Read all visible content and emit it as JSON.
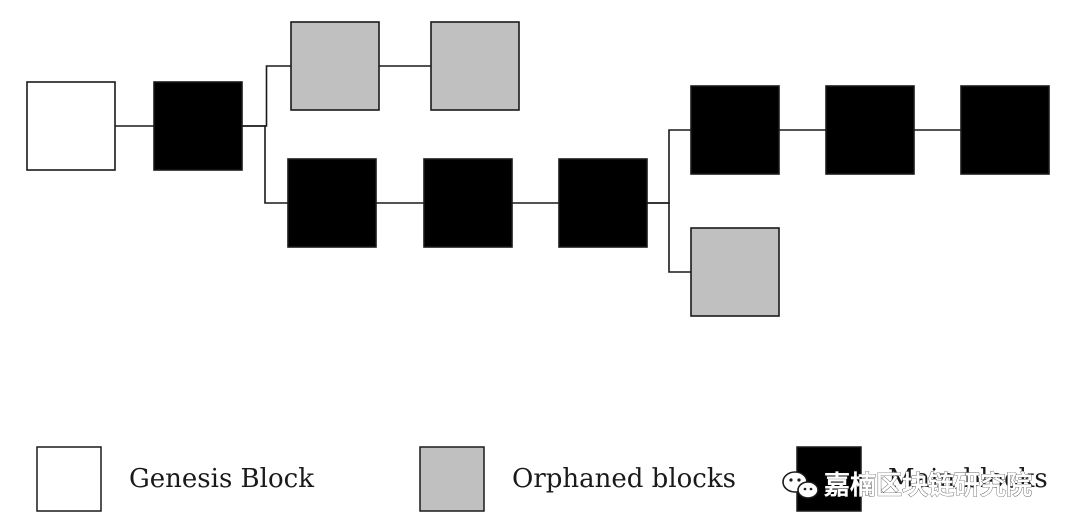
{
  "colors": {
    "genesis": "#ffffff",
    "orphaned": "#c0c0c0",
    "main": "#000000",
    "edge": "#1a1a1a"
  },
  "blocks": [
    {
      "id": "genesis",
      "type": "genesis"
    },
    {
      "id": "b1",
      "type": "main"
    },
    {
      "id": "o1",
      "type": "orphaned"
    },
    {
      "id": "o2",
      "type": "orphaned"
    },
    {
      "id": "m1",
      "type": "main"
    },
    {
      "id": "m2",
      "type": "main"
    },
    {
      "id": "m3",
      "type": "main"
    },
    {
      "id": "m4",
      "type": "main"
    },
    {
      "id": "m5",
      "type": "main"
    },
    {
      "id": "m6",
      "type": "main"
    },
    {
      "id": "o3",
      "type": "orphaned"
    }
  ],
  "links": [
    [
      "genesis",
      "b1"
    ],
    [
      "b1",
      "o1"
    ],
    [
      "o1",
      "o2"
    ],
    [
      "b1",
      "m1"
    ],
    [
      "m1",
      "m2"
    ],
    [
      "m2",
      "m3"
    ],
    [
      "m3",
      "m4"
    ],
    [
      "m4",
      "m5"
    ],
    [
      "m5",
      "m6"
    ],
    [
      "m3",
      "o3"
    ]
  ],
  "legend": {
    "genesis_label": "Genesis Block",
    "orphaned_label": "Orphaned blocks",
    "main_label": "Main blocks"
  },
  "watermark": {
    "text": "嘉楠区块链研究院",
    "icon": "wechat-icon"
  }
}
